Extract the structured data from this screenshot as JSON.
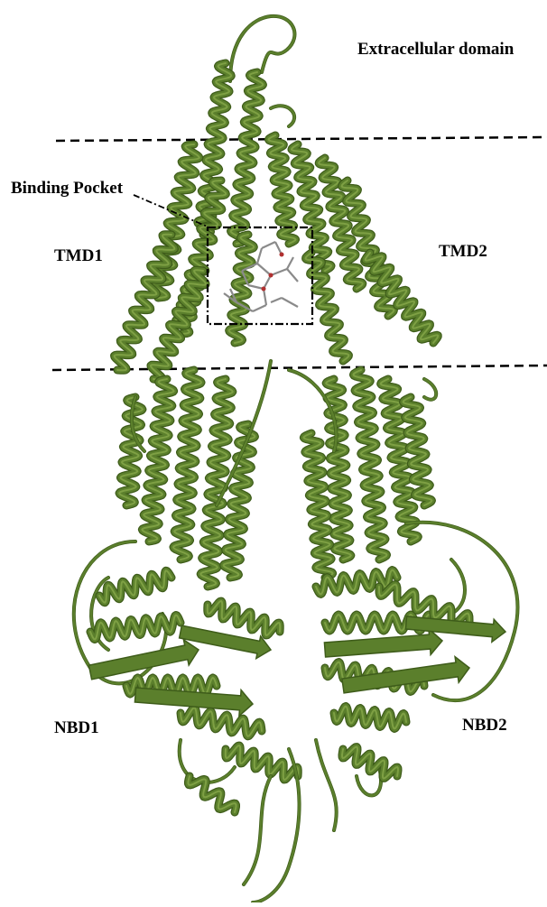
{
  "labels": {
    "extracellular": "Extracellular domain",
    "binding_pocket": "Binding Pocket",
    "tmd1": "TMD1",
    "tmd2": "TMD2",
    "nbd1": "NBD1",
    "nbd2": "NBD2"
  },
  "colors": {
    "protein": "#5b7f2c",
    "protein_dark": "#3e5c1a",
    "protein_light": "#7ea044",
    "ligand": "#8a8a8a",
    "lines": "#000000",
    "background": "#ffffff"
  }
}
